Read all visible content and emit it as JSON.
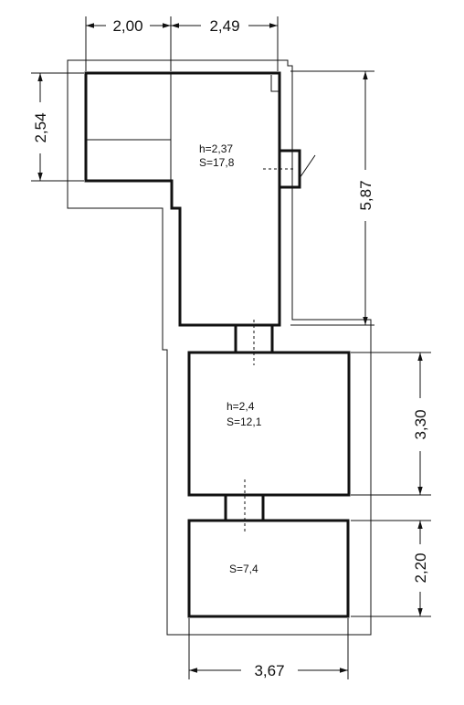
{
  "rooms": {
    "room1": {
      "height": "h=2,37",
      "area": "S=17,8"
    },
    "room2": {
      "height": "h=2,4",
      "area": "S=12,1"
    },
    "room3": {
      "area": "S=7,4"
    }
  },
  "dimensions": {
    "top_left": "2,00",
    "top_right": "2,49",
    "left": "2,54",
    "right_upper": "5,87",
    "right_middle": "3,30",
    "right_lower": "2,20",
    "bottom": "3,67"
  }
}
